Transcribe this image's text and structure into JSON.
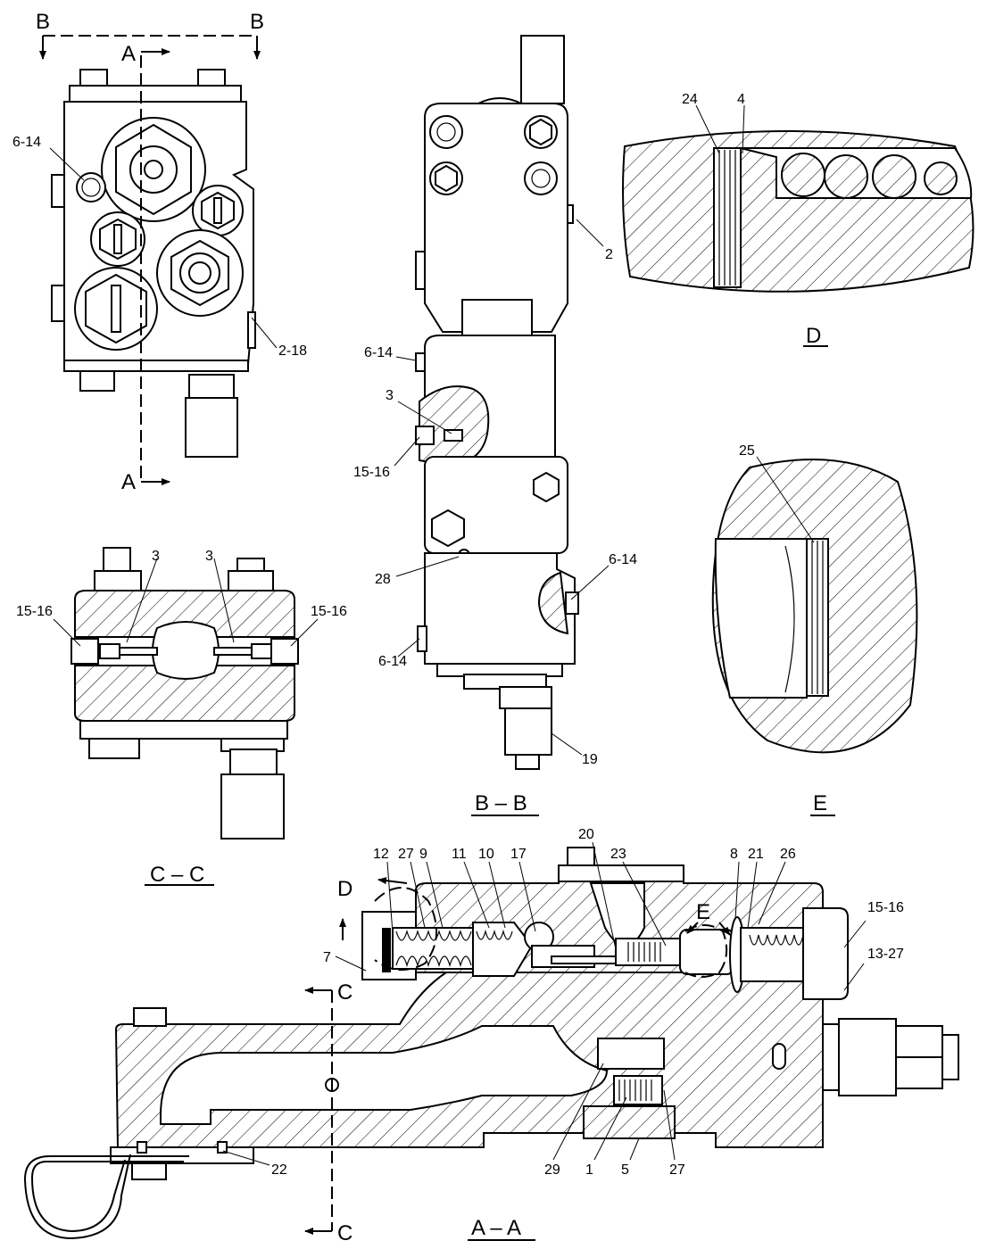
{
  "colors": {
    "ink": "#000000",
    "paper": "#ffffff"
  },
  "sections": {
    "bb_marker": "B",
    "aa_marker": "A",
    "cc_marker": "C",
    "d_marker": "D",
    "e_marker": "E",
    "bb_title": "B – B",
    "cc_title": "C – C",
    "aa_title": "A – A",
    "d_title": "D",
    "e_title": "E"
  },
  "labels": {
    "top_view": [
      "6-14",
      "2-18"
    ],
    "bb_view": [
      "2",
      "6-14",
      "3",
      "15-16",
      "28",
      "6-14",
      "6-14",
      "19"
    ],
    "cc_view": [
      "3",
      "3",
      "15-16",
      "15-16"
    ],
    "detail_d": [
      "24",
      "4"
    ],
    "detail_e": [
      "25"
    ],
    "aa_view": [
      "12",
      "27",
      "9",
      "11",
      "10",
      "17",
      "20",
      "23",
      "8",
      "21",
      "26",
      "15-16",
      "13-27",
      "7",
      "29",
      "1",
      "5",
      "27",
      "22"
    ]
  }
}
